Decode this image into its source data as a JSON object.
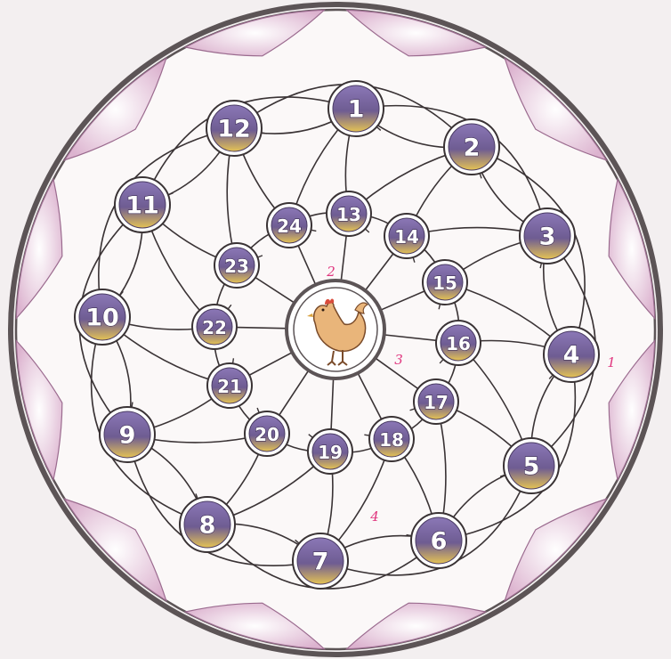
{
  "board": {
    "colors": {
      "background": "#f3eff0",
      "field": "#fbf8f8",
      "rim": "#5c5456",
      "petal_fill": "#dcb3cf",
      "petal_edge": "#9b6b8f",
      "line": "#3a3335",
      "node_top": "#8b77b6",
      "node_mid": "#6e5c92",
      "node_bottom": "#e5c354",
      "node_ring": "#3a3335",
      "marker": "#e0357e",
      "rooster_body": "#e9b57a",
      "rooster_outline": "#7a4b2a"
    },
    "center": {
      "name": "rooster",
      "icon": "rooster-icon"
    },
    "nodes": [
      {
        "label": "1"
      },
      {
        "label": "2"
      },
      {
        "label": "3"
      },
      {
        "label": "4"
      },
      {
        "label": "5"
      },
      {
        "label": "6"
      },
      {
        "label": "7"
      },
      {
        "label": "8"
      },
      {
        "label": "9"
      },
      {
        "label": "10"
      },
      {
        "label": "11"
      },
      {
        "label": "12"
      },
      {
        "label": "13"
      },
      {
        "label": "14"
      },
      {
        "label": "15"
      },
      {
        "label": "16"
      },
      {
        "label": "17"
      },
      {
        "label": "18"
      },
      {
        "label": "19"
      },
      {
        "label": "20"
      },
      {
        "label": "21"
      },
      {
        "label": "22"
      },
      {
        "label": "23"
      },
      {
        "label": "24"
      }
    ],
    "markers": [
      {
        "label": "1"
      },
      {
        "label": "2"
      },
      {
        "label": "3"
      },
      {
        "label": "4"
      }
    ]
  }
}
